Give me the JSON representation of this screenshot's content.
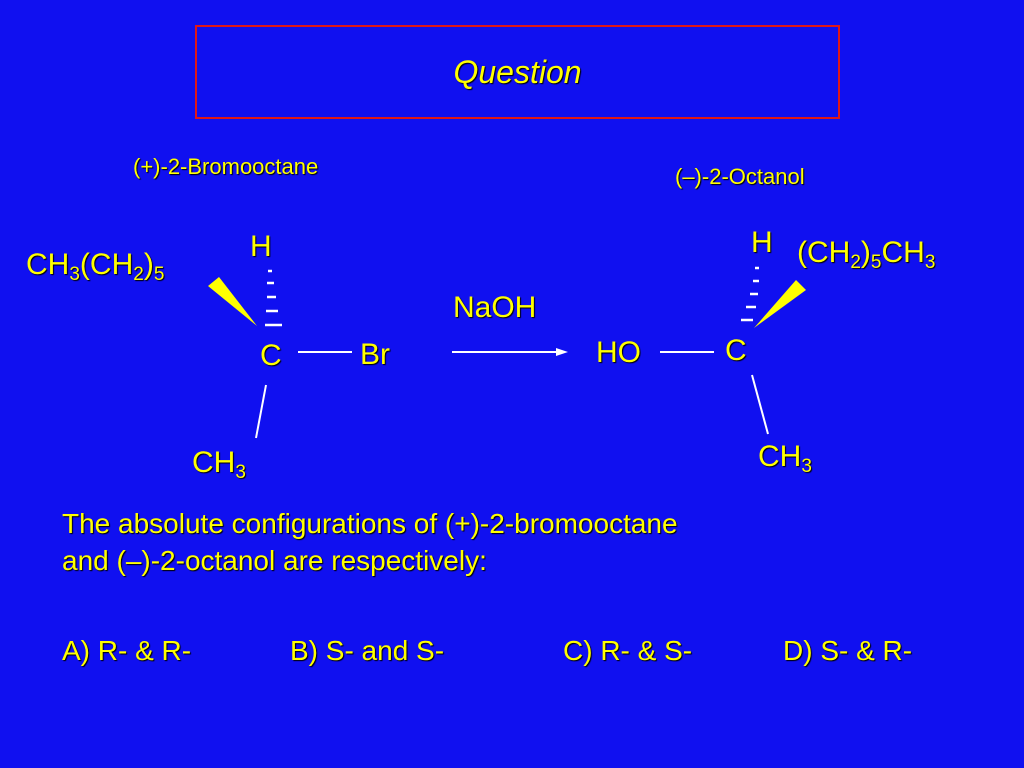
{
  "title": "Question",
  "reactant": {
    "name": "(+)-2-Bromooctane",
    "h": "H",
    "chain": {
      "a": "CH",
      "a_sub": "3",
      "b": "(CH",
      "b_sub": "2",
      "c": ")",
      "c_sub": "5"
    },
    "c": "C",
    "br": "Br",
    "ch3": "CH",
    "ch3_sub": "3"
  },
  "product": {
    "name": "(–)-2-Octanol",
    "h": "H",
    "chain": {
      "a": "(CH",
      "a_sub": "2",
      "b": ")",
      "b_sub": "5",
      "c": "CH",
      "c_sub": "3"
    },
    "c": "C",
    "ho": "HO",
    "ch3": "CH",
    "ch3_sub": "3"
  },
  "reagent": "NaOH",
  "question_line1": "The absolute configurations of (+)-2-bromooctane",
  "question_line2": "and (–)-2-octanol are respectively:",
  "choices": [
    "A) R- & R-",
    "B) S- and S-",
    "C) R- & S-",
    "D) S- & R-"
  ],
  "colors": {
    "background": "#1010f0",
    "text": "#ffff00",
    "border": "#e01818",
    "bonds": "#ffffff"
  }
}
